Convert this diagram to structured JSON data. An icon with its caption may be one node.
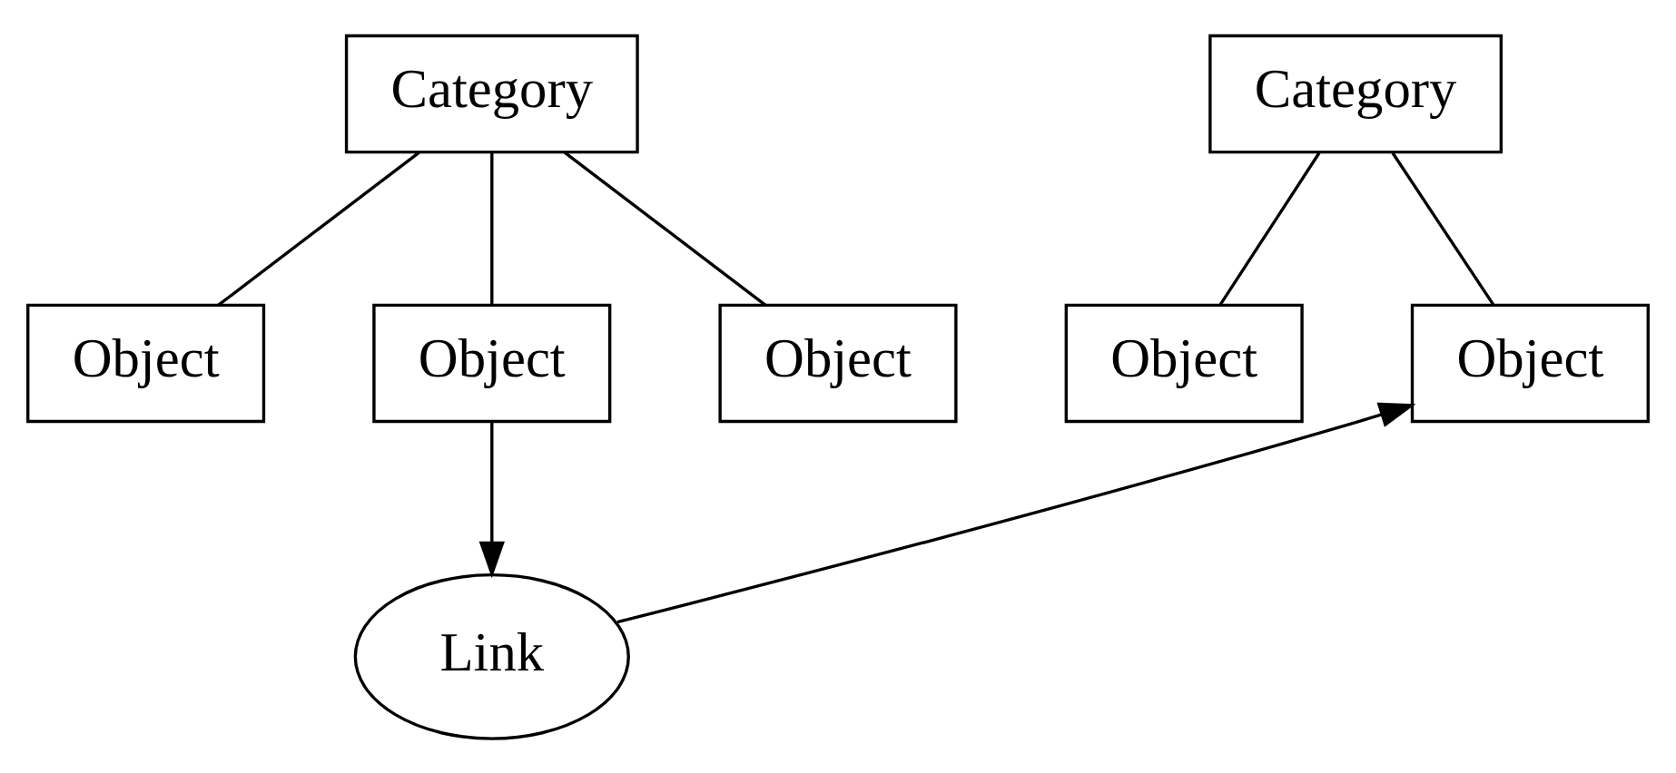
{
  "diagram": {
    "nodes": [
      {
        "text": [
          "Category"
        ]
      },
      {
        "text": [
          "Category"
        ]
      },
      {
        "text": [
          "Object"
        ]
      },
      {
        "text": [
          "Object"
        ]
      },
      {
        "text": [
          "Object"
        ]
      },
      {
        "text": [
          "Object"
        ]
      },
      {
        "text": [
          "Object"
        ]
      },
      {
        "text": [
          "Link"
        ]
      }
    ],
    "edges": [
      {
        "from": 0,
        "to": 2,
        "arrow": "none"
      },
      {
        "from": 0,
        "to": 3,
        "arrow": "none"
      },
      {
        "from": 0,
        "to": 4,
        "arrow": "none"
      },
      {
        "from": 1,
        "to": 5,
        "arrow": "none"
      },
      {
        "from": 1,
        "to": 6,
        "arrow": "none"
      },
      {
        "from": 3,
        "to": 7,
        "arrow": "to"
      },
      {
        "from": 7,
        "to": 6,
        "arrow": "to"
      }
    ]
  }
}
